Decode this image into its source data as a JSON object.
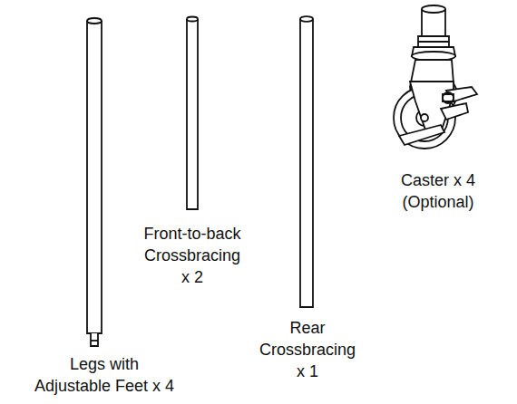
{
  "diagram": {
    "labels": [
      "Legs with Adjustable Feet x 4",
      "Front-to-back Crossbracing x 2",
      "Rear Crossbracing x 1",
      "Caster x 4 (Optional)"
    ]
  }
}
